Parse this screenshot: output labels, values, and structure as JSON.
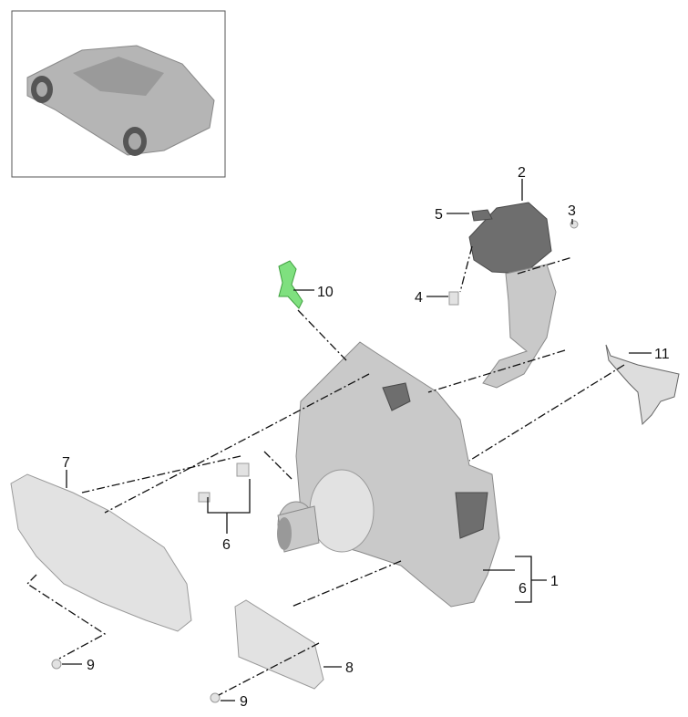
{
  "diagram": {
    "thumbnail": "vehicle-overview",
    "highlight_color": "#7fe07f",
    "callouts": [
      {
        "id": "c2",
        "label": "2"
      },
      {
        "id": "c3",
        "label": "3"
      },
      {
        "id": "c5",
        "label": "5"
      },
      {
        "id": "c4",
        "label": "4"
      },
      {
        "id": "c10",
        "label": "10"
      },
      {
        "id": "c11",
        "label": "11"
      },
      {
        "id": "c7",
        "label": "7"
      },
      {
        "id": "c6a",
        "label": "6"
      },
      {
        "id": "c6b",
        "label": "6"
      },
      {
        "id": "c1",
        "label": "1"
      },
      {
        "id": "c8",
        "label": "8"
      },
      {
        "id": "c9a",
        "label": "9"
      },
      {
        "id": "c9b",
        "label": "9"
      }
    ]
  }
}
